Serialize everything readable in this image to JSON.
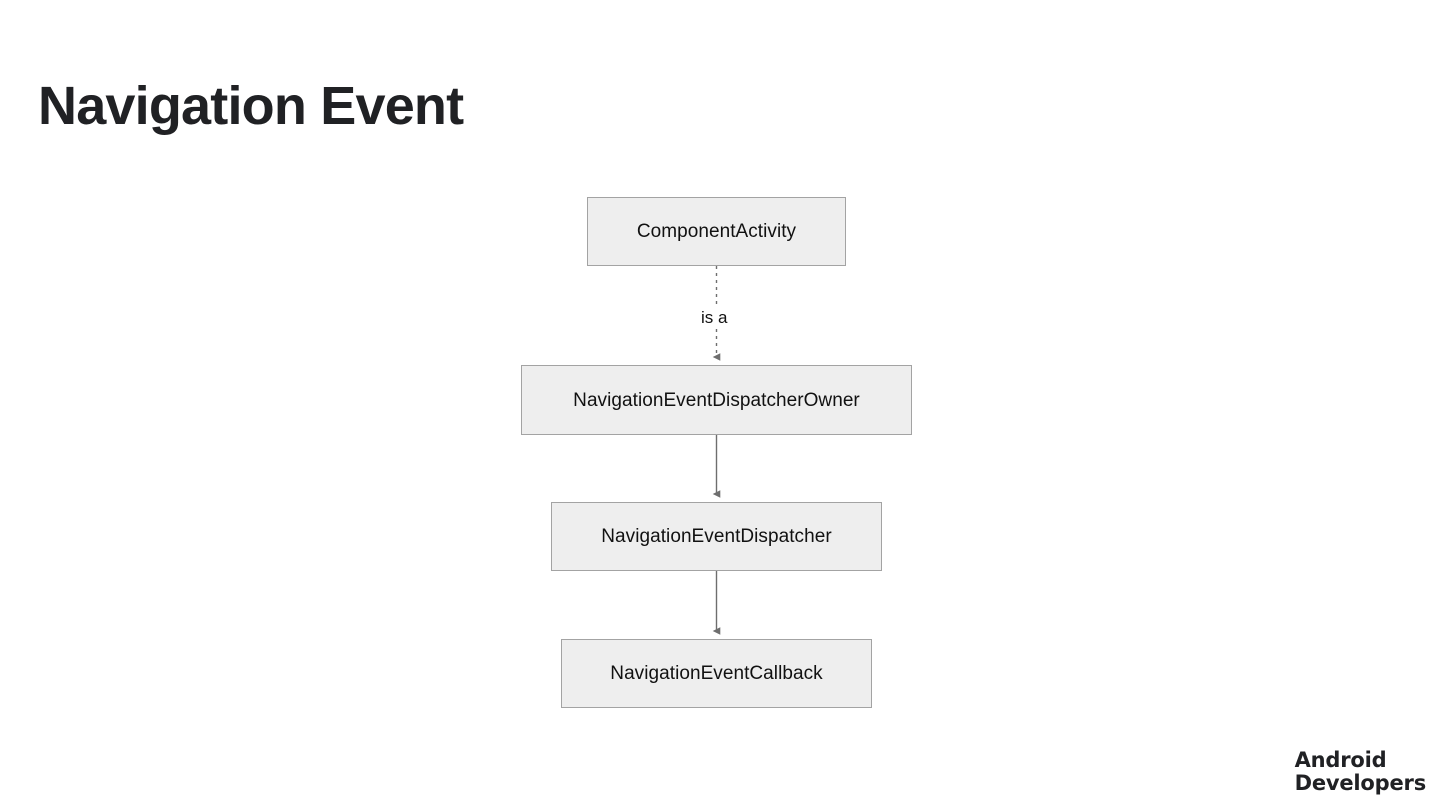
{
  "slide": {
    "title": "Navigation Event",
    "background_color": "#ffffff",
    "title_color": "#202124"
  },
  "diagram": {
    "type": "flow-hierarchy",
    "node_fill": "#eeeeee",
    "node_border": "#a3a3a3",
    "edge_color": "#6e6e6e",
    "nodes": [
      {
        "id": "component-activity",
        "label": "ComponentActivity"
      },
      {
        "id": "navigation-event-dispatcher-owner",
        "label": "NavigationEventDispatcherOwner"
      },
      {
        "id": "navigation-event-dispatcher",
        "label": "NavigationEventDispatcher"
      },
      {
        "id": "navigation-event-callback",
        "label": "NavigationEventCallback"
      }
    ],
    "edges": [
      {
        "id": "edge-is-a",
        "from": "component-activity",
        "to": "navigation-event-dispatcher-owner",
        "label": "is a",
        "style": "dashed",
        "arrow": "filled-triangle"
      },
      {
        "id": "edge-owner-dispatcher",
        "from": "navigation-event-dispatcher-owner",
        "to": "navigation-event-dispatcher",
        "label": "",
        "style": "solid",
        "arrow": "filled-triangle"
      },
      {
        "id": "edge-dispatcher-callback",
        "from": "navigation-event-dispatcher",
        "to": "navigation-event-callback",
        "label": "",
        "style": "solid",
        "arrow": "filled-triangle"
      }
    ]
  },
  "brand": {
    "line1": "Android",
    "line2": "Developers"
  }
}
